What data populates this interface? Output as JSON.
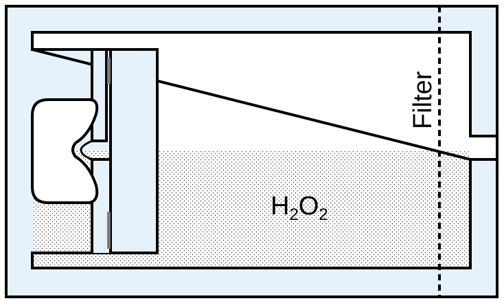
{
  "labels": {
    "filter": "Filter",
    "liquid_main": "H",
    "liquid_sub1": "2",
    "liquid_mid": "O",
    "liquid_sub2": "2"
  },
  "colors": {
    "housing": "#e6f2fb",
    "chamber": "#ffffff",
    "liquid_dots": "#3a3a3a",
    "stroke": "#000000",
    "seal": "#7a7a7a"
  }
}
